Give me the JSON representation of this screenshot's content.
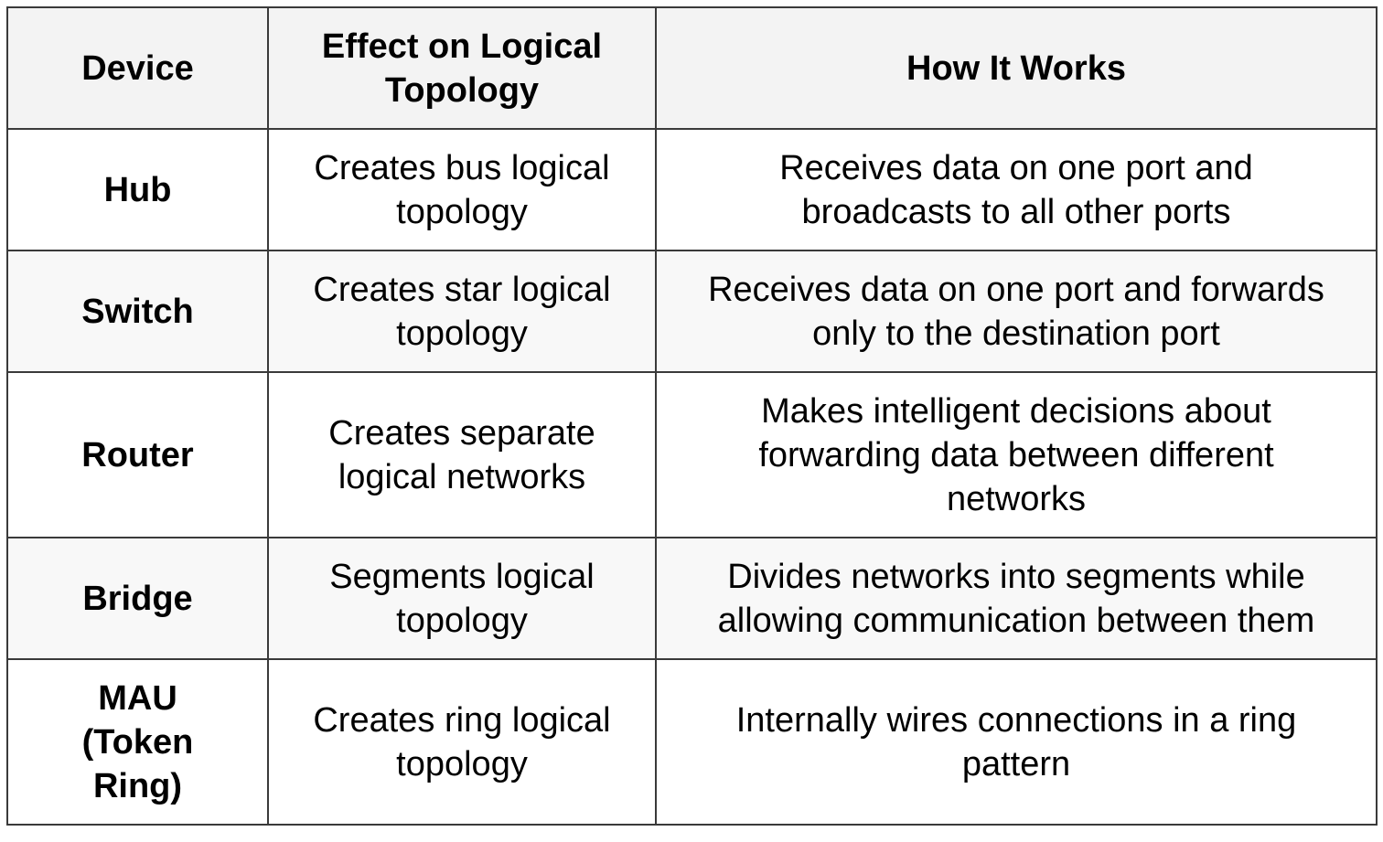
{
  "table": {
    "headers": [
      "Device",
      "Effect on Logical Topology",
      "How It Works"
    ],
    "rows": [
      {
        "device": "Hub",
        "effect": "Creates bus logical topology",
        "how": "Receives data on one port and broadcasts to all other ports"
      },
      {
        "device": "Switch",
        "effect": "Creates star logical topology",
        "how": "Receives data on one port and forwards only to the destination port"
      },
      {
        "device": "Router",
        "effect": "Creates separate logical networks",
        "how": "Makes intelligent decisions about forwarding data between different networks"
      },
      {
        "device": "Bridge",
        "effect": "Segments logical topology",
        "how": "Divides networks into segments while allowing communication between them"
      },
      {
        "device": "MAU (Token Ring)",
        "effect": "Creates ring logical topology",
        "how": "Internally wires connections in a ring pattern"
      }
    ]
  }
}
